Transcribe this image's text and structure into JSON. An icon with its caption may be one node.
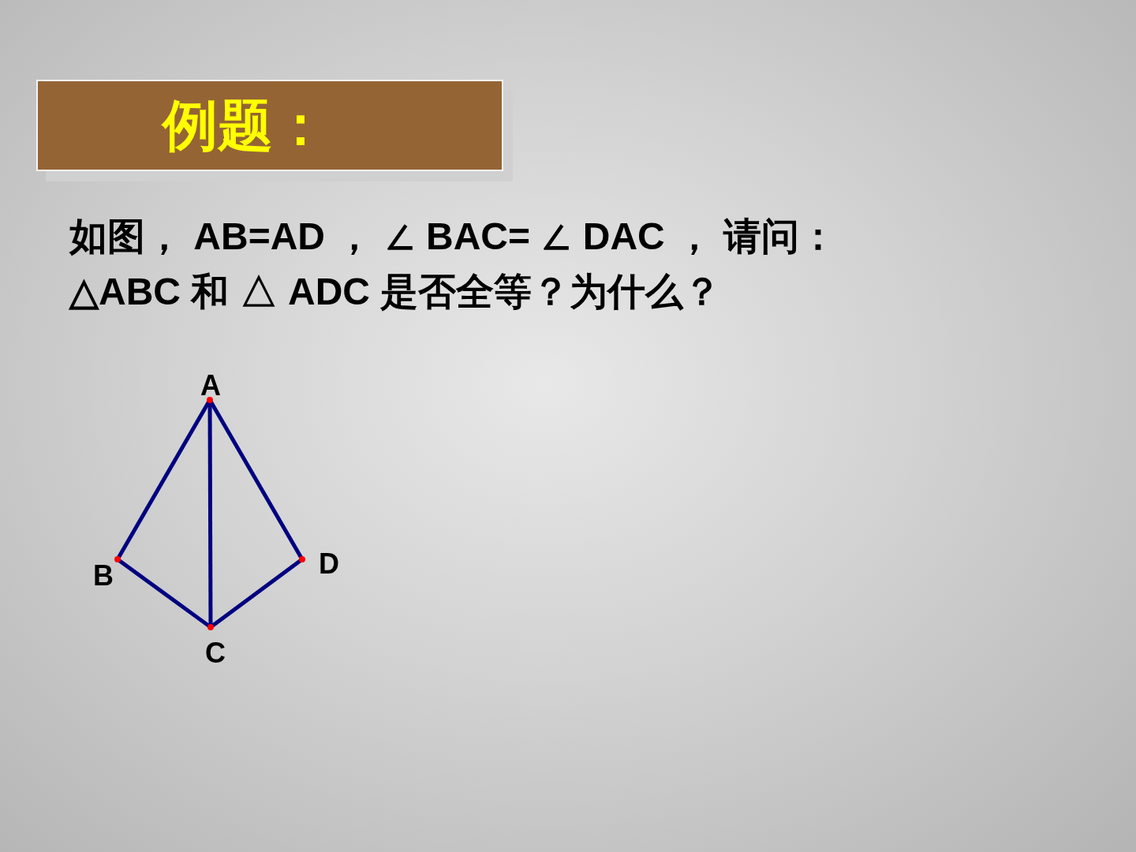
{
  "diagram": {
    "title": "例题：",
    "nodes": [
      {
        "text": [
          "A"
        ]
      },
      {
        "text": [
          "B"
        ]
      },
      {
        "text": [
          "D"
        ]
      },
      {
        "text": [
          "C"
        ]
      }
    ],
    "edges": [
      {
        "from": 0,
        "to": 1,
        "arrow": "none"
      },
      {
        "from": 0,
        "to": 3,
        "arrow": "none"
      },
      {
        "from": 0,
        "to": 2,
        "arrow": "none"
      },
      {
        "from": 1,
        "to": 3,
        "arrow": "none"
      },
      {
        "from": 3,
        "to": 2,
        "arrow": "none"
      }
    ],
    "labels": [
      "如图， AB=AD ， ∠ BAC= ∠ DAC ， 请问：",
      "△ABC 和 △ ADC 是否全等？为什么？"
    ]
  }
}
